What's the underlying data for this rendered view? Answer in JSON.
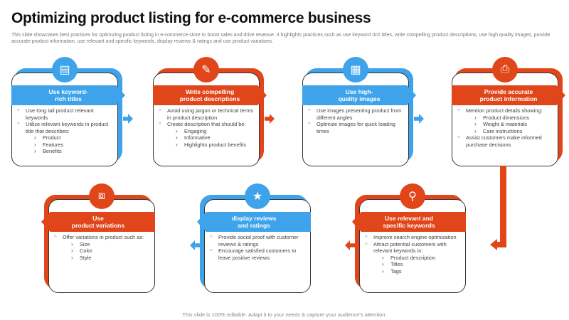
{
  "title": "Optimizing product listing for e-commerce business",
  "subtitle": "This slide showcases best practices for optimizing product listing in e-commerce store to boost sales and drive revenue. It highlights practices such as use keyword rich titles, write compelling product descriptions, use high quality images, provide accurate product information, use relevant and specific keywords, display reviews & ratings and use product variations.",
  "footer": "This slide is 100% editable. Adapt it to your needs & capture your audience's attention.",
  "colors": {
    "blue": "#3ea3ea",
    "orange": "#e0461a"
  },
  "cards": [
    {
      "title1": "Use keyword-",
      "title2": "rich titles",
      "icon": "document-icon",
      "items": [
        {
          "t": "Use long tail product relevant  keywords"
        },
        {
          "t": "Utilize relevant  keywords in product title that describes:"
        },
        {
          "t": "Product",
          "s": 1
        },
        {
          "t": "Features",
          "s": 1
        },
        {
          "t": "Benefits",
          "s": 1
        }
      ]
    },
    {
      "title1": "Write compelling",
      "title2": "product descriptions",
      "icon": "page-icon",
      "items": [
        {
          "t": "Avoid  using jargon  or technical terms in product description"
        },
        {
          "t": "Create description that should be:"
        },
        {
          "t": "Engaging",
          "s": 1
        },
        {
          "t": "Informative",
          "s": 1
        },
        {
          "t": "Highlights  product benefits",
          "s": 1
        }
      ]
    },
    {
      "title1": "Use high-",
      "title2": "quality images",
      "icon": "image-icon",
      "items": [
        {
          "t": "Use images presenting product from different  angles"
        },
        {
          "t": "Optimize images for quick loading times"
        }
      ]
    },
    {
      "title1": "Provide accurate",
      "title2": "product information",
      "icon": "printer-icon",
      "items": [
        {
          "t": "Mention product details showing:"
        },
        {
          "t": "Product dimensions",
          "s": 1
        },
        {
          "t": "Weight & materials",
          "s": 1
        },
        {
          "t": "Care  instructions",
          "s": 1
        },
        {
          "t": "Assist customers make informed  purchase decisions"
        }
      ]
    },
    {
      "title1": "Use relevant and",
      "title2": "specific keywords",
      "icon": "search-icon",
      "items": [
        {
          "t": "Improve  search engine optimization"
        },
        {
          "t": "Attract potential customers with relevant  keywords in:"
        },
        {
          "t": "Product description",
          "s": 1
        },
        {
          "t": "Titles",
          "s": 1
        },
        {
          "t": "Tags",
          "s": 1
        }
      ]
    },
    {
      "title1": "display reviews",
      "title2": "and ratings",
      "icon": "thumbs-up-stars-icon",
      "items": [
        {
          "t": "Provide  social proof with customer reviews  & ratings"
        },
        {
          "t": "Encourage satisfied customers to leave  positive  reviews"
        }
      ]
    },
    {
      "title1": "Use",
      "title2": "product variations",
      "icon": "box-icon",
      "items": [
        {
          "t": "Offer variations  in product such as:"
        },
        {
          "t": "Size",
          "s": 1
        },
        {
          "t": "Color",
          "s": 1
        },
        {
          "t": "Style",
          "s": 1
        }
      ]
    }
  ]
}
